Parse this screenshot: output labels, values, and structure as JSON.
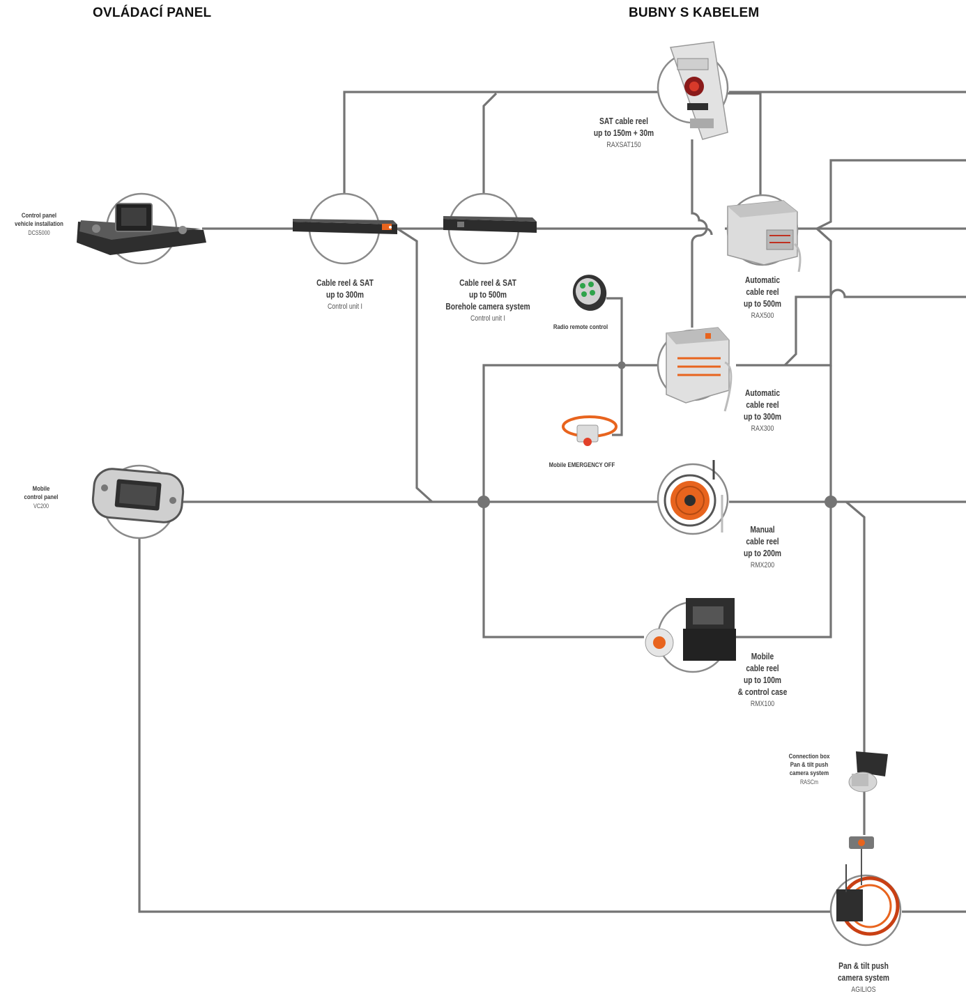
{
  "headings": {
    "control_panel": "OVLÁDACÍ PANEL",
    "cable_reels": "BUBNY S KABELEM"
  },
  "devices": {
    "dcs5000": {
      "lines": [
        "Control panel",
        "vehicle installation"
      ],
      "code": "DCS5000"
    },
    "cu1_300": {
      "lines": [
        "Cable reel & SAT",
        "up to 300m"
      ],
      "code": "Control unit I"
    },
    "cu1_500": {
      "lines": [
        "Cable reel & SAT",
        "up to 500m",
        "Borehole camera system"
      ],
      "code": "Control unit I"
    },
    "raxsat150": {
      "lines": [
        "SAT cable reel",
        "up to 150m + 30m"
      ],
      "code": "RAXSAT150"
    },
    "rax500": {
      "lines": [
        "Automatic",
        "cable reel",
        "up to 500m"
      ],
      "code": "RAX500"
    },
    "radio": {
      "lines": [
        "Radio remote control"
      ],
      "code": ""
    },
    "rax300": {
      "lines": [
        "Automatic",
        "cable reel",
        "up to 300m"
      ],
      "code": "RAX300"
    },
    "emergency": {
      "lines": [
        "Mobile EMERGENCY OFF"
      ],
      "code": ""
    },
    "vc200": {
      "lines": [
        "Mobile",
        "control panel"
      ],
      "code": "VC200"
    },
    "rmx200": {
      "lines": [
        "Manual",
        "cable reel",
        "up to 200m"
      ],
      "code": "RMX200"
    },
    "rmx100": {
      "lines": [
        "Mobile",
        "cable reel",
        "up to 100m",
        "& control case"
      ],
      "code": "RMX100"
    },
    "rascm": {
      "lines": [
        "Connection box",
        "Pan & tilt push",
        "camera system"
      ],
      "code": "RASCm"
    },
    "agilios": {
      "lines": [
        "Pan & tilt push",
        "camera system"
      ],
      "code": "AGILIOS"
    }
  },
  "colors": {
    "line": "#747474",
    "circle_fill": "#ffffff",
    "circle_stroke": "#8a8a8a",
    "orange": "#e8641e",
    "device_dark": "#2e2e2e",
    "device_light": "#e4e4e4"
  }
}
